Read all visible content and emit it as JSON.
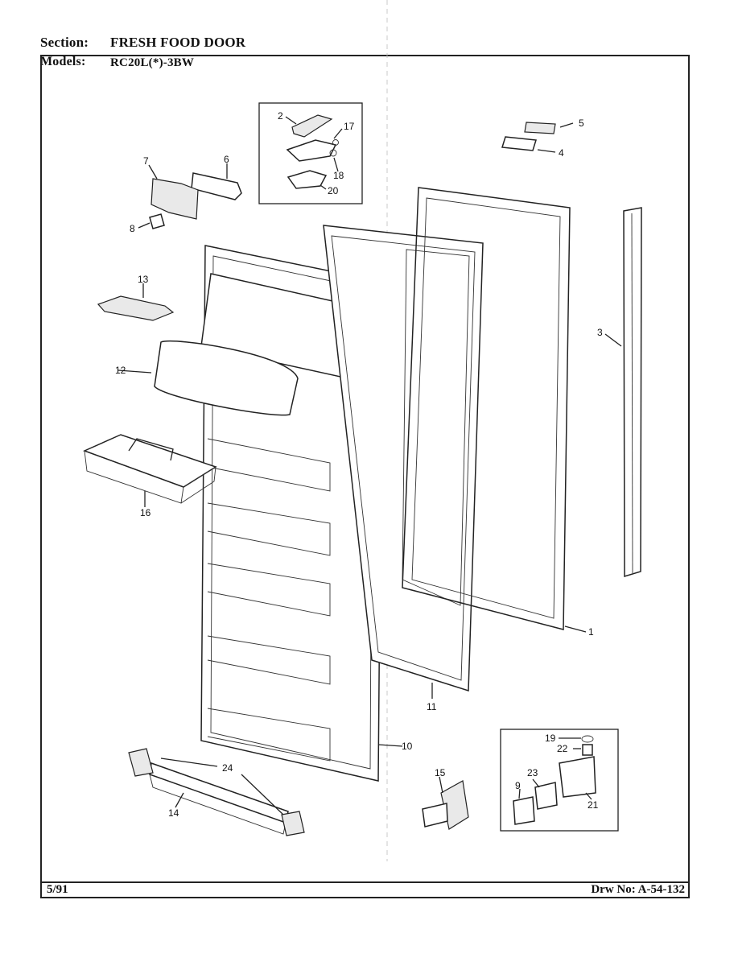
{
  "header": {
    "section_label": "Section:",
    "section_value": "FRESH FOOD DOOR",
    "models_label": "Models:",
    "models_value": "RC20L(*)-3BW"
  },
  "footer": {
    "date": "5/91",
    "drawing_number": "Drw No: A-54-132"
  },
  "callouts": [
    "1",
    "2",
    "3",
    "4",
    "5",
    "6",
    "7",
    "8",
    "9",
    "10",
    "11",
    "12",
    "13",
    "14",
    "15",
    "16",
    "17",
    "18",
    "19",
    "20",
    "21",
    "22",
    "23",
    "24"
  ]
}
